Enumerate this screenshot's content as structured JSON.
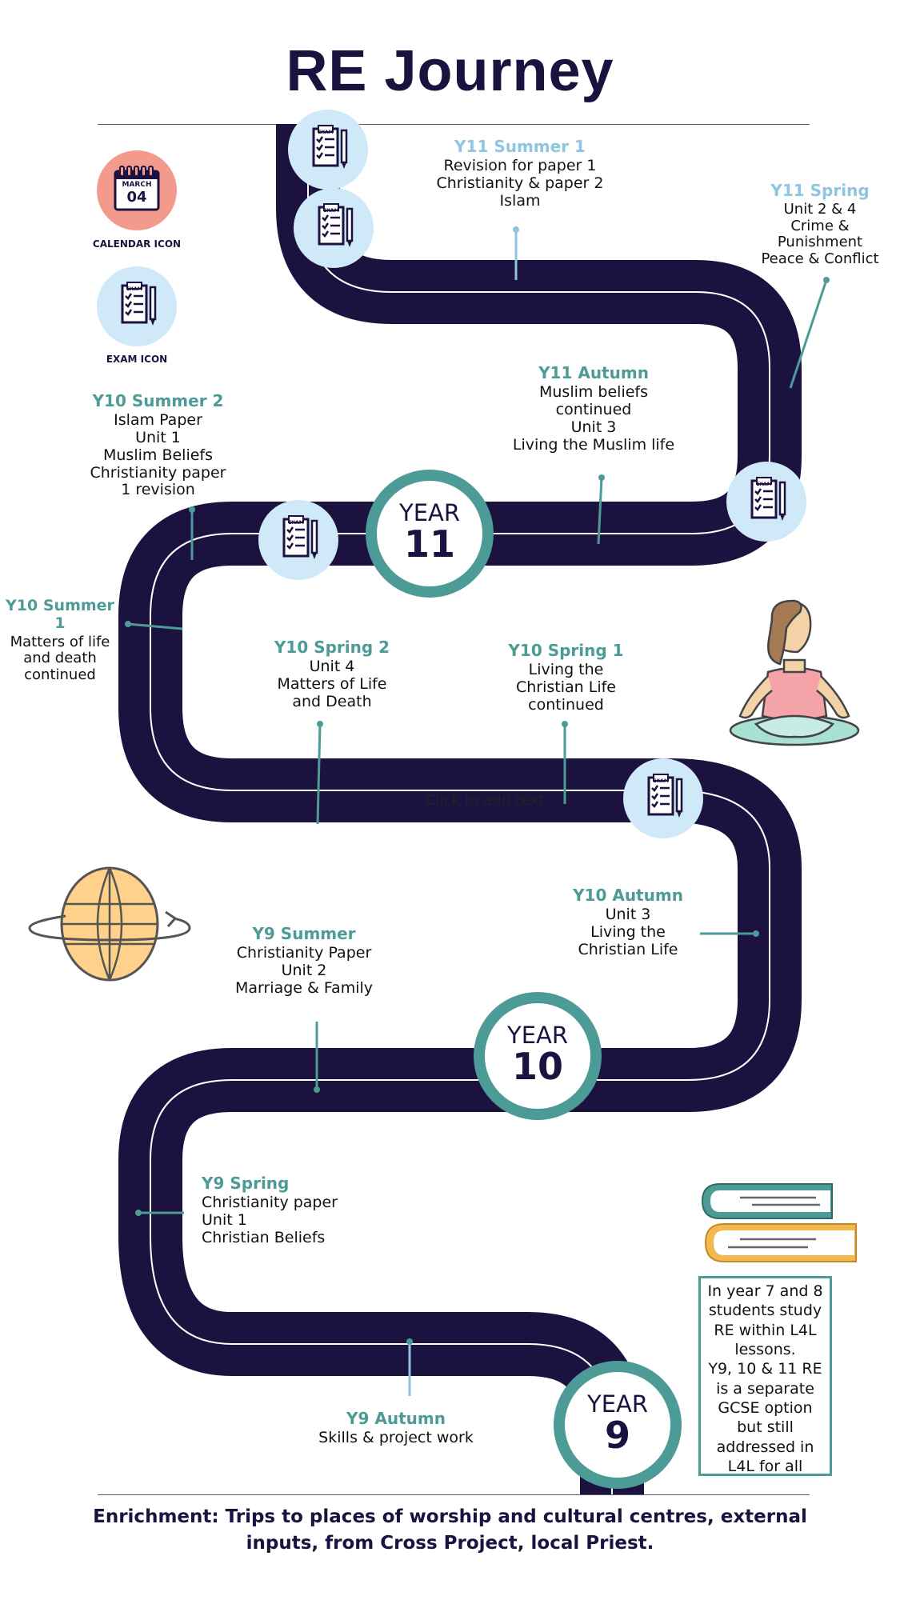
{
  "title": "RE  Journey",
  "legend": {
    "calendar_caption": "CALENDAR ICON",
    "calendar_month": "MARCH",
    "calendar_day": "04",
    "exam_caption": "EXAM ICON",
    "exam_word": "EXAM"
  },
  "years": [
    {
      "word": "YEAR",
      "number": "11"
    },
    {
      "word": "YEAR",
      "number": "10"
    },
    {
      "word": "YEAR",
      "number": "9"
    }
  ],
  "milestones": [
    {
      "heading": "Y11 Summer 1",
      "lines": [
        "Revision for paper 1",
        "Christianity & paper 2",
        "Islam"
      ]
    },
    {
      "heading": "Y11 Spring",
      "lines": [
        "Unit 2 & 4",
        "Crime &",
        "Punishment",
        "Peace & Conflict"
      ]
    },
    {
      "heading": "Y11 Autumn",
      "lines": [
        "Muslim beliefs",
        "continued",
        "Unit 3",
        "Living the Muslim life"
      ]
    },
    {
      "heading": "Y10 Summer 2",
      "lines": [
        "Islam Paper",
        "Unit 1",
        "Muslim Beliefs",
        "Christianity paper",
        "1 revision"
      ]
    },
    {
      "heading": "Y10 Summer 1",
      "lines": [
        "Matters of life",
        "and death",
        "continued"
      ]
    },
    {
      "heading": "Y10 Spring 2",
      "lines": [
        "Unit 4",
        "Matters of Life",
        "and Death"
      ]
    },
    {
      "heading": "Y10 Spring 1",
      "lines": [
        "Living the",
        "Christian Life",
        "continued"
      ]
    },
    {
      "heading": "Y10 Autumn",
      "lines": [
        "Unit 3",
        "Living the",
        "Christian Life"
      ]
    },
    {
      "heading": "Y9 Summer",
      "lines": [
        "Christianity Paper",
        "Unit 2",
        "Marriage & Family"
      ]
    },
    {
      "heading": "Y9 Spring",
      "lines": [
        "Christianity paper",
        "Unit 1",
        "Christian Beliefs"
      ]
    },
    {
      "heading": "Y9 Autumn",
      "lines": [
        "Skills & project work"
      ]
    }
  ],
  "placeholder_text": "Click to add text",
  "note": [
    "In year 7 and 8",
    "students study",
    "RE within  L4L",
    "lessons.",
    "Y9, 10 & 11 RE",
    "is a separate",
    "GCSE option",
    "but still",
    "addressed in",
    "L4L for all"
  ],
  "enrichment": [
    "Enrichment: Trips to places of worship and cultural centres, external",
    "inputs, from Cross Project, local Priest."
  ],
  "colors": {
    "road": "#1c1240",
    "accent": "#4d9b96",
    "light_blue": "#cfe9f8",
    "calendar": "#f29a8c"
  }
}
